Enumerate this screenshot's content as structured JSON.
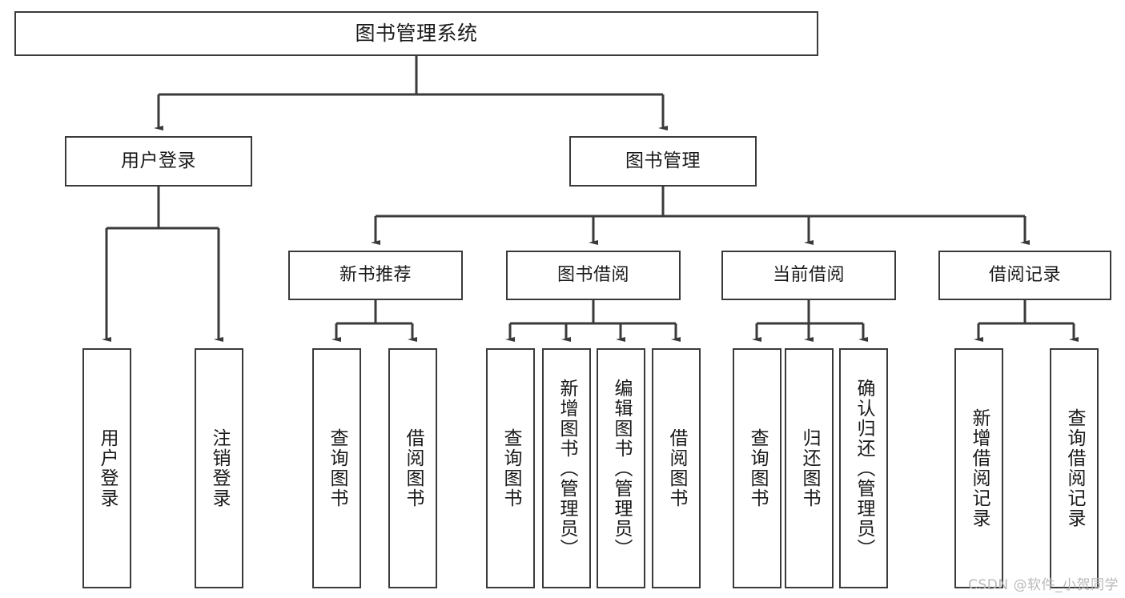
{
  "diagram": {
    "title": "图书管理系统",
    "type": "tree",
    "watermark": "CSDN @软件_小贺同学",
    "colors": {
      "background": "#ffffff",
      "node_border": "#3a3a3a",
      "node_fill": "#ffffff",
      "edge": "#3a3a3a",
      "text": "#1a1a1a",
      "watermark": "#b9b9b9"
    },
    "nodes": {
      "root": {
        "label": "图书管理系统"
      },
      "level2": [
        {
          "label": "用户登录"
        },
        {
          "label": "图书管理"
        }
      ],
      "level3": [
        {
          "label": "新书推荐"
        },
        {
          "label": "图书借阅"
        },
        {
          "label": "当前借阅"
        },
        {
          "label": "借阅记录"
        }
      ],
      "leaves": {
        "user_login": [
          {
            "label": "用户登录"
          },
          {
            "label": "注销登录"
          }
        ],
        "new_book_recommend": [
          {
            "label": "查询图书"
          },
          {
            "label": "借阅图书"
          }
        ],
        "book_borrow": [
          {
            "label": "查询图书"
          },
          {
            "label": "新增图书（管理员）"
          },
          {
            "label": "编辑图书（管理员）"
          },
          {
            "label": "借阅图书"
          }
        ],
        "current_borrow": [
          {
            "label": "查询图书"
          },
          {
            "label": "归还图书"
          },
          {
            "label": "确认归还（管理员）"
          }
        ],
        "borrow_record": [
          {
            "label": "新增借阅记录"
          },
          {
            "label": "查询借阅记录"
          }
        ]
      }
    }
  }
}
